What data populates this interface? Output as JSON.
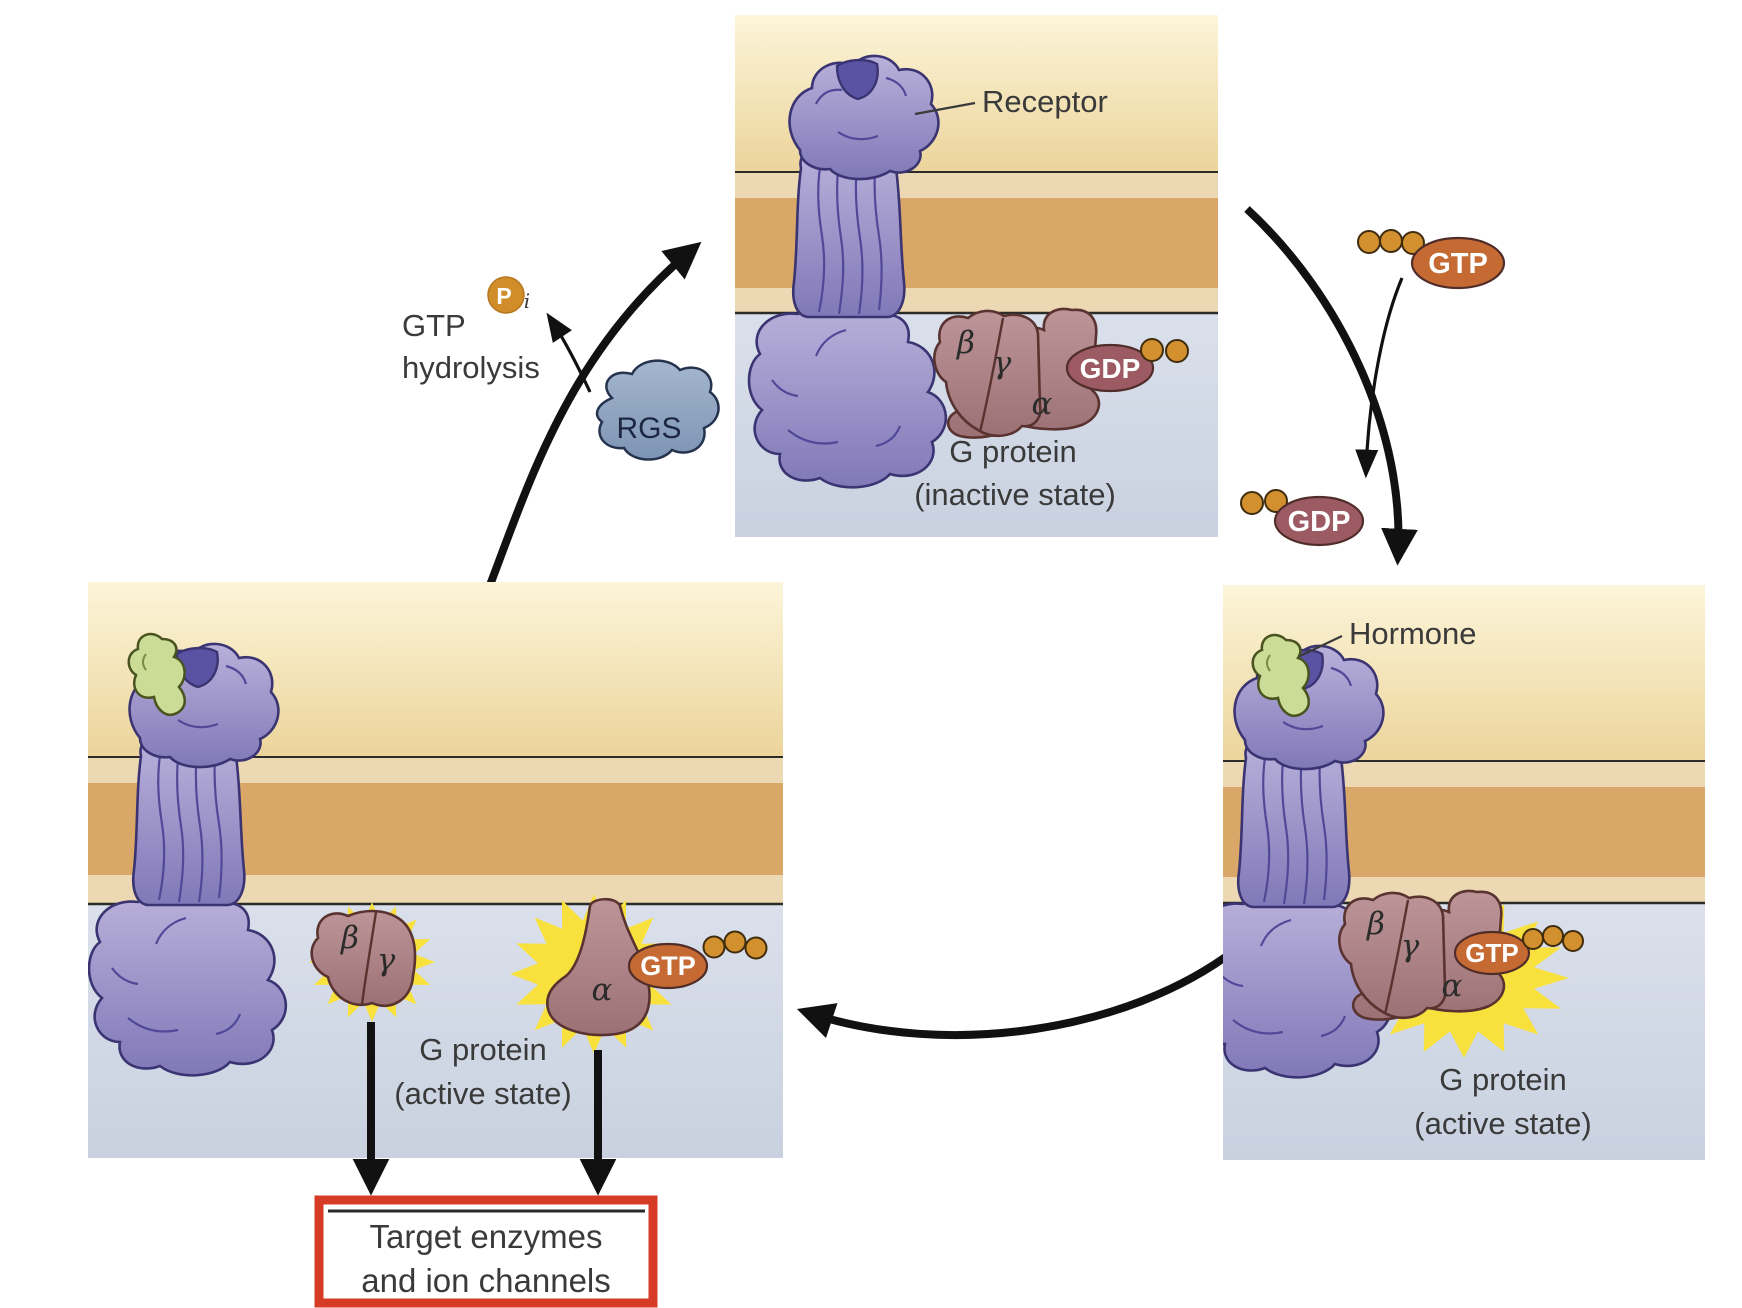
{
  "top_panel": {
    "receptor_label": "Receptor",
    "beta": "β",
    "gamma": "γ",
    "alpha": "α",
    "nucleotide_label": "GDP",
    "g_protein_label": "G protein",
    "state_label": "(inactive state)"
  },
  "exchange": {
    "gtp_label": "GTP",
    "gdp_label": "GDP"
  },
  "right_panel": {
    "hormone_label": "Hormone",
    "beta": "β",
    "gamma": "γ",
    "alpha": "α",
    "nucleotide_label": "GTP",
    "g_protein_label": "G protein",
    "state_label": "(active state)"
  },
  "left_panel": {
    "beta": "β",
    "gamma": "γ",
    "alpha": "α",
    "nucleotide_label": "GTP",
    "g_protein_label": "G protein",
    "state_label": "(active state)"
  },
  "hydrolysis": {
    "line1": "GTP",
    "line2": "hydrolysis",
    "phosphate_symbol": "P",
    "phosphate_subscript": "i",
    "rgs_label": "RGS"
  },
  "target_box": {
    "line1": "Target enzymes",
    "line2": "and ion channels"
  },
  "colors": {
    "membrane_dark": "#d9a869",
    "membrane_light": "#ecd9b4",
    "extracellular_top": "#fcf5d9",
    "extracellular_bottom": "#ecd49b",
    "cytoplasm_top": "#dae0eb",
    "cytoplasm_bottom": "#c9d1e0",
    "receptor_fill": "#9189c4",
    "receptor_outline": "#3a3472",
    "g_protein_fill": "#ad8488",
    "g_protein_outline": "#59332f",
    "gdp_oval": "#9c5a63",
    "gtp_oval": "#c56a33",
    "phosphate": "#d2902f",
    "pi_circle": "#d28d2b",
    "burst": "#f8e13c",
    "rgs_fill": "#8fa5c2",
    "hormone_fill": "#cbdc96",
    "arrow": "#111111",
    "text": "#3a3a3a",
    "highlight_box": "#d63b25"
  }
}
